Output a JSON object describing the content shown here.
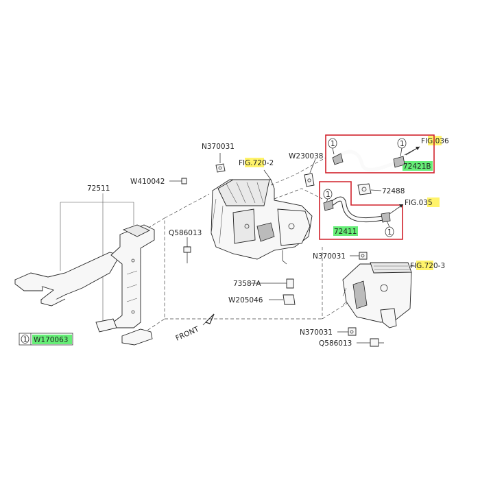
{
  "labels": {
    "n370031_top": "N370031",
    "fig_720_2_a": "F",
    "fig_720_2_b": "IG.72",
    "fig_720_2_c": "0-2",
    "w230038": "W230038",
    "fig_036_a": "F",
    "fig_036_b": "IG.036",
    "p72421b": "72421B",
    "w410042": "W410042",
    "p72511": "72511",
    "p72488": "72488",
    "fig_035": "FIG.035",
    "q586013_left": "Q586013",
    "p72411": "72411",
    "n370031_mid": "N370031",
    "fig_720_3_a": "F",
    "fig_720_3_b": "IG.72",
    "fig_720_3_c": "0-3",
    "p73587a": "73587A",
    "w205046": "W205046",
    "front": "FRONT",
    "n370031_bot": "N370031",
    "q586013_bot": "Q586013",
    "legend_num": "1",
    "legend_code": "W170063",
    "callout_1": "1"
  },
  "colors": {
    "highlight_yellow": "#fff36a",
    "highlight_green": "#66ee77",
    "box_red": "#d0202a"
  }
}
